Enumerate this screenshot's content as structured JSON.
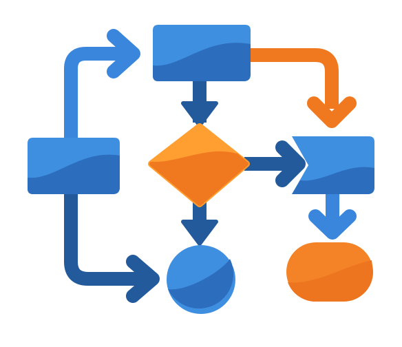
{
  "diagram": {
    "type": "flowchart-icon",
    "colors": {
      "background": "#ffffff",
      "blue_light": "#3f8fe0",
      "blue_mid": "#2f76c9",
      "blue_dark": "#235a9c",
      "orange_light": "#ff9f32",
      "orange_dark": "#f0781f"
    },
    "nodes": [
      {
        "id": "top-process",
        "shape": "document",
        "color": "blue"
      },
      {
        "id": "left-process",
        "shape": "document",
        "color": "blue"
      },
      {
        "id": "decision",
        "shape": "diamond",
        "color": "orange"
      },
      {
        "id": "right-process",
        "shape": "notched-banner",
        "color": "blue"
      },
      {
        "id": "connector-circle",
        "shape": "circle",
        "color": "blue"
      },
      {
        "id": "terminator",
        "shape": "rounded-pill",
        "color": "orange"
      }
    ],
    "edges": [
      {
        "from": "left-process",
        "to": "top-process",
        "color": "blue_light"
      },
      {
        "from": "left-process",
        "to": "connector-circle",
        "color": "blue_dark"
      },
      {
        "from": "top-process",
        "to": "decision",
        "color": "blue_dark"
      },
      {
        "from": "top-process",
        "to": "right-process",
        "color": "orange_dark"
      },
      {
        "from": "decision",
        "to": "right-process",
        "color": "blue_dark"
      },
      {
        "from": "decision",
        "to": "connector-circle",
        "color": "blue_dark"
      },
      {
        "from": "right-process",
        "to": "terminator",
        "color": "blue_light"
      }
    ]
  }
}
